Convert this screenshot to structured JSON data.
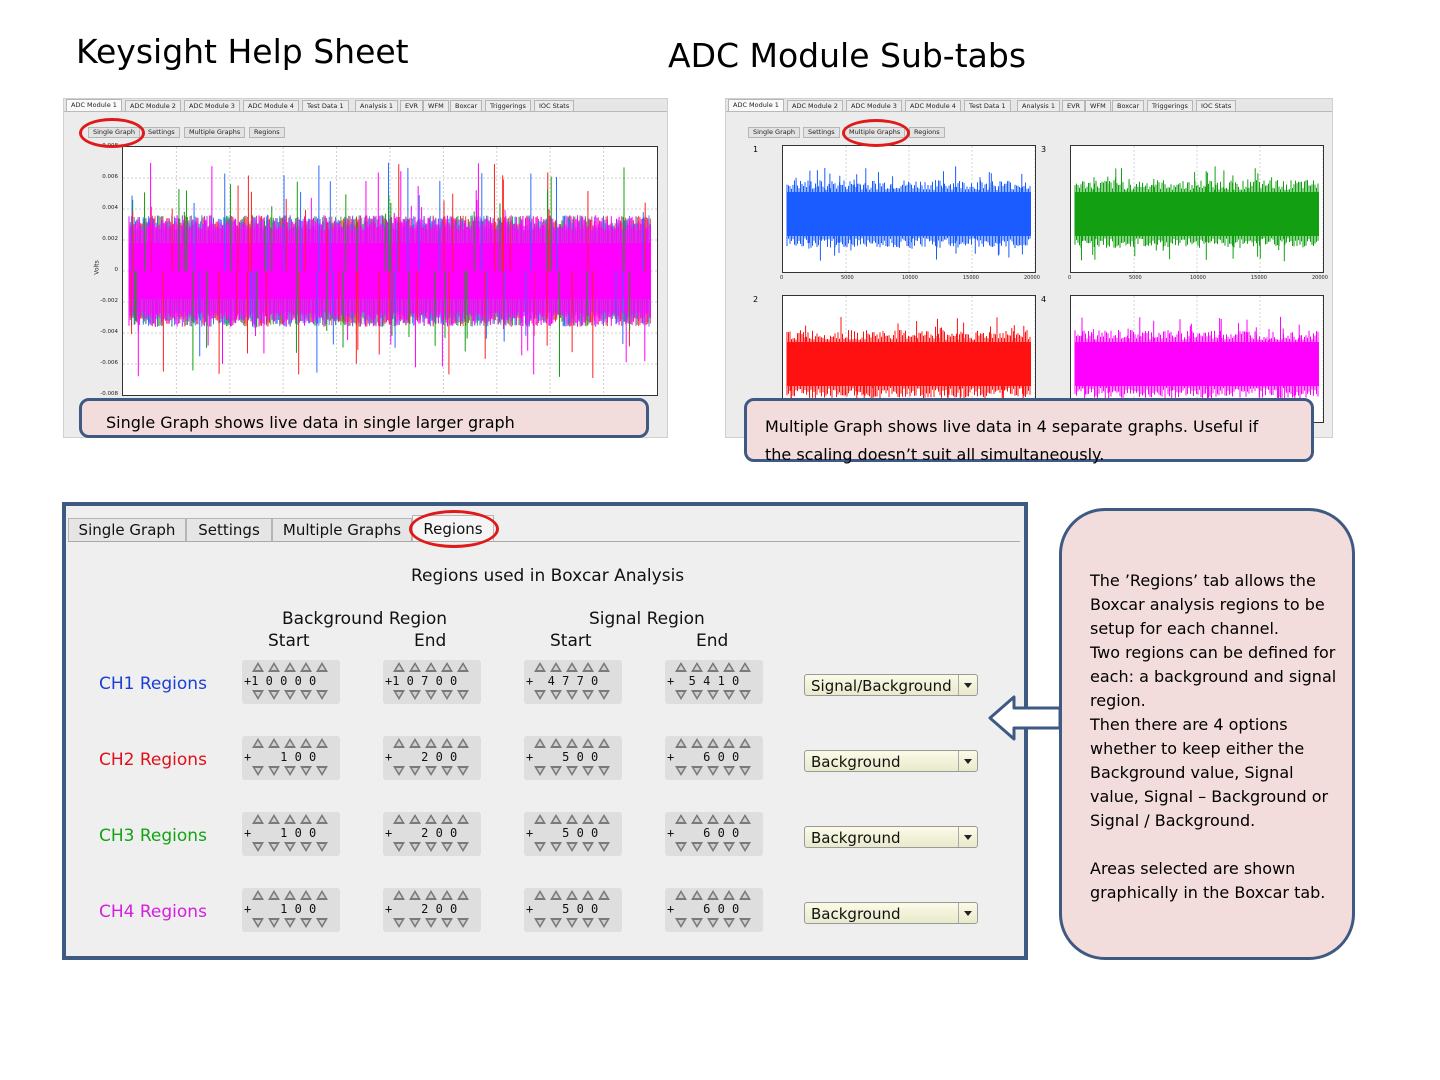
{
  "titles": {
    "left": "Keysight Help Sheet",
    "right": "ADC Module Sub-tabs"
  },
  "module_tabs": [
    "ADC Module 1",
    "ADC Module 2",
    "ADC Module 3",
    "ADC Module 4",
    "Test Data 1",
    "Analysis 1",
    "EVR",
    "WFM",
    "Boxcar",
    "Triggerings",
    "IOC Stats"
  ],
  "subtabs": [
    "Single Graph",
    "Settings",
    "Multiple Graphs",
    "Regions"
  ],
  "single_graph": {
    "y_ticks": [
      "0.008",
      "0.006",
      "0.004",
      "0.002",
      "0",
      "-0.002",
      "-0.004",
      "-0.006",
      "-0.008"
    ],
    "y_label": "Volts",
    "trace_colors": [
      "#ff00ff",
      "#2a6cff",
      "#ff2020",
      "#10a010"
    ],
    "caption": "Single Graph shows live data in single larger graph"
  },
  "multiple_graphs": {
    "panel_labels": [
      "1",
      "3",
      "2",
      "4"
    ],
    "x_ticks": [
      "0",
      "5000",
      "10000",
      "15000",
      "20000"
    ],
    "colors": [
      "#1a5cff",
      "#12a012",
      "#ff1111",
      "#ff00ff"
    ],
    "caption": "Multiple Graph shows live data in 4 separate graphs. Useful if the scaling doesn’t suit all simultaneously."
  },
  "regions": {
    "title": "Regions used in Boxcar Analysis",
    "headers": {
      "background": "Background Region",
      "signal": "Signal Region",
      "start": "Start",
      "end": "End"
    },
    "channels": [
      {
        "label": "CH1 Regions",
        "color": "#1a3fd6",
        "values": [
          "+1 0 0 0 0",
          "+1 0 7 0 0",
          "+  4 7 7 0",
          "+  5 4 1 0"
        ],
        "mode": "Signal/Background"
      },
      {
        "label": "CH2 Regions",
        "color": "#e0101a",
        "values": [
          "+    1 0 0",
          "+    2 0 0",
          "+    5 0 0",
          "+    6 0 0"
        ],
        "mode": "Background"
      },
      {
        "label": "CH3 Regions",
        "color": "#13a313",
        "values": [
          "+    1 0 0",
          "+    2 0 0",
          "+    5 0 0",
          "+    6 0 0"
        ],
        "mode": "Background"
      },
      {
        "label": "CH4 Regions",
        "color": "#d61ee0",
        "values": [
          "+    1 0 0",
          "+    2 0 0",
          "+    5 0 0",
          "+    6 0 0"
        ],
        "mode": "Background"
      }
    ]
  },
  "info": {
    "text": " The ’Regions’ tab allows the Boxcar analysis regions to be setup for each channel.\nTwo regions can be defined for each: a background and signal region.\nThen there are 4 options whether to keep either the Background value, Signal value, Signal – Background or Signal / Background.\n\nAreas selected are shown graphically in the Boxcar tab."
  },
  "colors": {
    "frame": "#3e5a82",
    "callout_bg": "#f3dcdc",
    "highlight": "#e01a1a"
  }
}
